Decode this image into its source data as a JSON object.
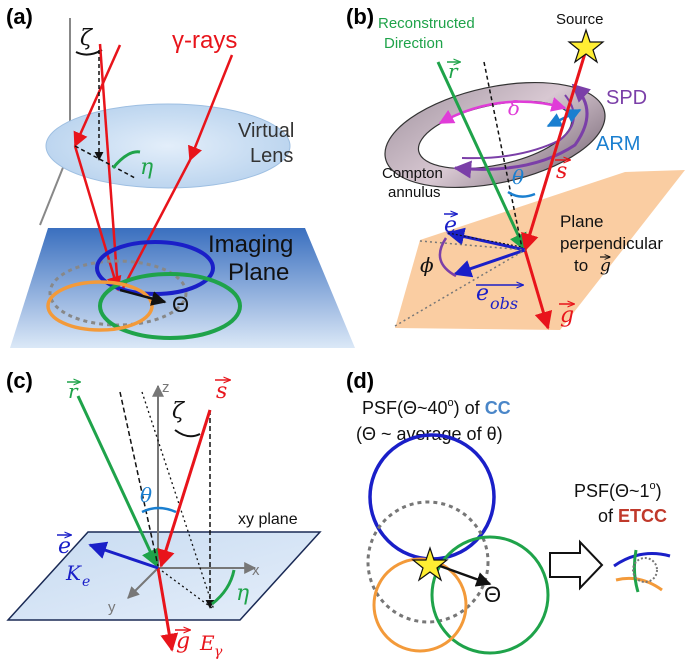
{
  "colors": {
    "red": "#e8141b",
    "green": "#1fa34a",
    "blue": "#1a1fc8",
    "darkblue": "#1a1f9a",
    "orange": "#f39a3a",
    "purple": "#7b3fa8",
    "magenta": "#e03cd8",
    "cyan": "#1a7fd0",
    "ccblue": "#4a86c8",
    "etccred": "#c0392b",
    "gray": "#777777",
    "lens": "#cfe2f3",
    "plane": "#4f7fc0",
    "sandplane": "#f9c898"
  },
  "panel_a": {
    "label": "(a)",
    "zeta": "ζ",
    "gamma_rays": "γ-rays",
    "virtual": "Virtual",
    "lens": "Lens",
    "eta": "η",
    "imaging": "Imaging",
    "plane": "Plane",
    "theta_cap": "Θ"
  },
  "panel_b": {
    "label": "(b)",
    "recon1": "Reconstructed",
    "recon2": "Direction",
    "source": "Source",
    "r_vec": "r",
    "delta": "δ",
    "spd": "SPD",
    "arm": "ARM",
    "s_vec": "s",
    "theta": "θ",
    "compton1": "Compton",
    "compton2": "annulus",
    "e_vec": "e",
    "plane1": "Plane",
    "plane2": "perpendicular",
    "plane3": "to",
    "g_small": "g",
    "phi": "ϕ",
    "e_obs": "e",
    "obs_sub": "obs",
    "g_vec": "g"
  },
  "panel_c": {
    "label": "(c)",
    "r_vec": "r",
    "z": "z",
    "s_vec": "s",
    "zeta": "ζ",
    "theta": "θ",
    "xy_plane": "xy plane",
    "e_vec": "e",
    "K": "K",
    "K_sub": "e",
    "x": "x",
    "y": "y",
    "eta": "η",
    "g_vec": "g",
    "E": "E",
    "E_sub": "γ"
  },
  "panel_d": {
    "label": "(d)",
    "psf1_pre": "PSF(Θ~40",
    "deg": "o",
    "psf1_mid": ") of ",
    "cc": "CC",
    "avg": "(Θ ~ average of θ)",
    "theta_cap": "Θ",
    "psf2_pre": "PSF(Θ~1",
    "psf2_close": ")",
    "of": "of ",
    "etcc": "ETCC"
  }
}
